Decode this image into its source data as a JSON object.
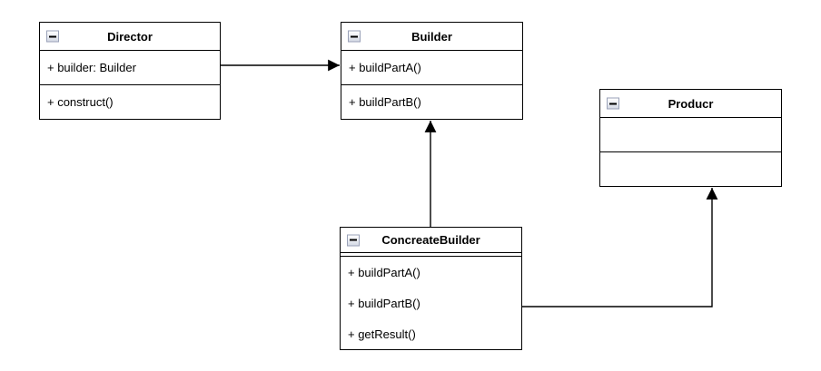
{
  "colors": {
    "background": "#ffffff",
    "stroke": "#000000",
    "text": "#000000",
    "collapse_border": "#9aa2b8",
    "collapse_fill_top": "#ffffff",
    "collapse_fill_bottom": "#d5dae6"
  },
  "icons": {
    "collapse": "minus-square"
  },
  "classes": {
    "director": {
      "name": "Director",
      "members": [
        "+ builder: Builder",
        "+ construct()"
      ]
    },
    "builder": {
      "name": "Builder",
      "members": [
        "+ buildPartA()",
        "+ buildPartB()"
      ]
    },
    "producr": {
      "name": "Producr",
      "members": [
        "",
        ""
      ]
    },
    "concreate_builder": {
      "name": "ConcreateBuilder",
      "members": [
        "+ buildPartA()",
        "+ buildPartB()",
        "+ getResult()"
      ]
    }
  },
  "relations": [
    {
      "from": "Director",
      "to": "Builder",
      "style": "solid-line-filled-arrow"
    },
    {
      "from": "ConcreateBuilder",
      "to": "Builder",
      "style": "solid-line-filled-arrow"
    },
    {
      "from": "ConcreateBuilder",
      "to": "Producr",
      "style": "solid-line-filled-arrow"
    }
  ]
}
